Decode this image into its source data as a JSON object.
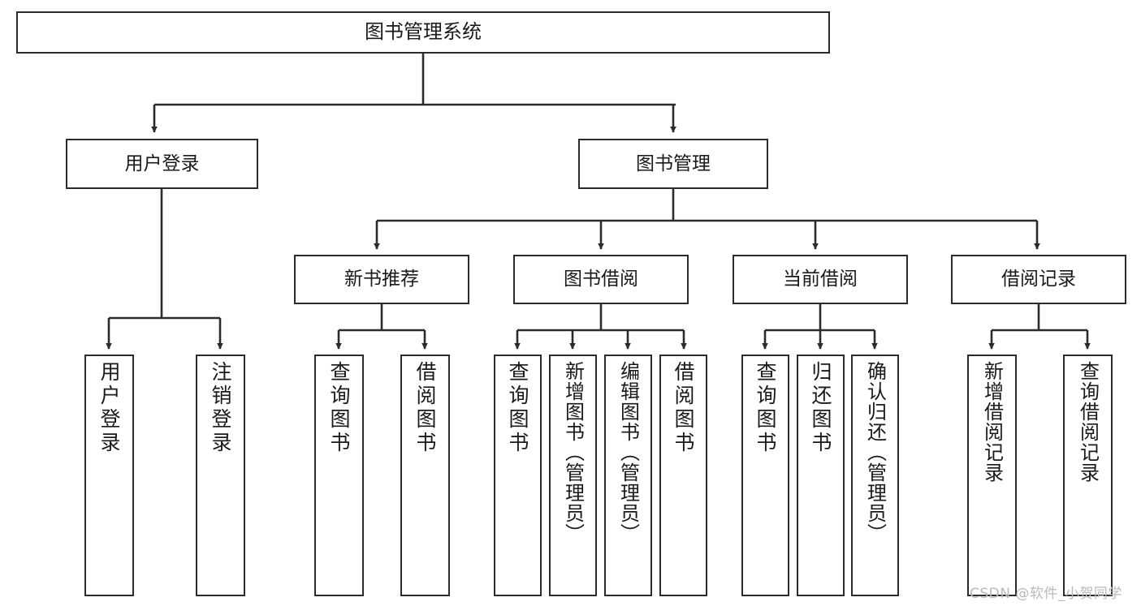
{
  "diagram": {
    "title": "图书管理系统",
    "type": "tree-hierarchy-diagram",
    "watermark": "CSDN @软件_小贺同学",
    "colors": {
      "stroke": "#2b2b2b",
      "fill": "#ffffff",
      "text": "#1a1a1a",
      "watermark": "#b9b9b9"
    }
  },
  "nodes": {
    "root": {
      "label": "图书管理系统"
    },
    "level2": [
      {
        "id": "user-login",
        "label": "用户登录"
      },
      {
        "id": "book-manage",
        "label": "图书管理"
      }
    ],
    "level3": [
      {
        "id": "new-book-recommend",
        "label": "新书推荐"
      },
      {
        "id": "book-borrow",
        "label": "图书借阅"
      },
      {
        "id": "current-borrow",
        "label": "当前借阅"
      },
      {
        "id": "borrow-record",
        "label": "借阅记录"
      }
    ],
    "leaves": {
      "user_login": [
        {
          "id": "leaf-user-login",
          "label": "用户登录"
        },
        {
          "id": "leaf-logout-login",
          "label": "注销登录"
        }
      ],
      "new_book_recommend": [
        {
          "id": "leaf-query-book-1",
          "label": "查询图书"
        },
        {
          "id": "leaf-borrow-book-1",
          "label": "借阅图书"
        }
      ],
      "book_borrow": [
        {
          "id": "leaf-query-book-2",
          "label": "查询图书"
        },
        {
          "id": "leaf-add-book",
          "label": "新增图书（管理员）"
        },
        {
          "id": "leaf-edit-book",
          "label": "编辑图书（管理员）"
        },
        {
          "id": "leaf-borrow-book-2",
          "label": "借阅图书"
        }
      ],
      "current_borrow": [
        {
          "id": "leaf-query-book-3",
          "label": "查询图书"
        },
        {
          "id": "leaf-return-book",
          "label": "归还图书"
        },
        {
          "id": "leaf-confirm-return",
          "label": "确认归还（管理员）"
        }
      ],
      "borrow_record": [
        {
          "id": "leaf-add-record",
          "label": "新增借阅记录"
        },
        {
          "id": "leaf-query-record",
          "label": "查询借阅记录"
        }
      ]
    }
  }
}
